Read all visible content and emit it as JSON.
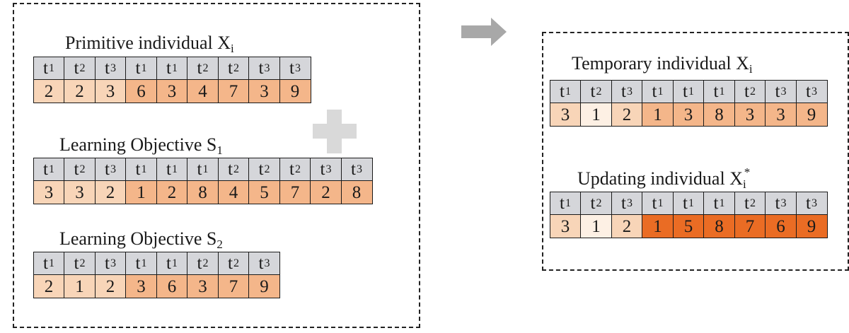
{
  "colors": {
    "header_fill": "#d5d6da",
    "value_light": "#f8d5b8",
    "value_pale": "#fdf0e4",
    "value_mid": "#f4b68a",
    "value_strong": "#ea6c24",
    "arrow_gray": "#a8a8a8"
  },
  "icons": {
    "arrow": "right-arrow-icon",
    "plus": "plus-icon"
  },
  "left": {
    "primitive": {
      "title": "Primitive individual X",
      "title_sub": "i",
      "tasks": [
        [
          "t",
          "1"
        ],
        [
          "t",
          "2"
        ],
        [
          "t",
          "3"
        ],
        [
          "t",
          "1"
        ],
        [
          "t",
          "1"
        ],
        [
          "t",
          "2"
        ],
        [
          "t",
          "2"
        ],
        [
          "t",
          "3"
        ],
        [
          "t",
          "3"
        ]
      ],
      "values": [
        "2",
        "2",
        "3",
        "6",
        "3",
        "4",
        "7",
        "3",
        "9"
      ],
      "shades": [
        "light",
        "light",
        "light",
        "mid",
        "mid",
        "mid",
        "mid",
        "mid",
        "mid"
      ]
    },
    "objective1": {
      "title": "Learning Objective S",
      "title_sub": "1",
      "tasks": [
        [
          "t",
          "1"
        ],
        [
          "t",
          "2"
        ],
        [
          "t",
          "3"
        ],
        [
          "t",
          "1"
        ],
        [
          "t",
          "1"
        ],
        [
          "t",
          "1"
        ],
        [
          "t",
          "2"
        ],
        [
          "t",
          "2"
        ],
        [
          "t",
          "2"
        ],
        [
          "t",
          "3"
        ],
        [
          "t",
          "3"
        ]
      ],
      "values": [
        "3",
        "3",
        "2",
        "1",
        "2",
        "8",
        "4",
        "5",
        "7",
        "2",
        "8"
      ],
      "shades": [
        "light",
        "light",
        "light",
        "mid",
        "mid",
        "mid",
        "mid",
        "mid",
        "mid",
        "mid",
        "mid"
      ]
    },
    "objective2": {
      "title": "Learning Objective S",
      "title_sub": "2",
      "tasks": [
        [
          "t",
          "1"
        ],
        [
          "t",
          "2"
        ],
        [
          "t",
          "3"
        ],
        [
          "t",
          "1"
        ],
        [
          "t",
          "1"
        ],
        [
          "t",
          "2"
        ],
        [
          "t",
          "2"
        ],
        [
          "t",
          "3"
        ]
      ],
      "values": [
        "2",
        "1",
        "2",
        "3",
        "6",
        "3",
        "7",
        "9"
      ],
      "shades": [
        "light",
        "light",
        "light",
        "mid",
        "mid",
        "mid",
        "mid",
        "mid"
      ]
    }
  },
  "right": {
    "temporary": {
      "title": "Temporary individual X",
      "title_sub": "i",
      "tasks": [
        [
          "t",
          "1"
        ],
        [
          "t",
          "2"
        ],
        [
          "t",
          "3"
        ],
        [
          "t",
          "1"
        ],
        [
          "t",
          "1"
        ],
        [
          "t",
          "1"
        ],
        [
          "t",
          "2"
        ],
        [
          "t",
          "3"
        ],
        [
          "t",
          "3"
        ]
      ],
      "values": [
        "3",
        "1",
        "2",
        "1",
        "3",
        "8",
        "3",
        "3",
        "9"
      ],
      "shades": [
        "light",
        "pale",
        "light",
        "mid",
        "mid",
        "mid",
        "mid",
        "mid",
        "mid"
      ]
    },
    "updating": {
      "title": "Updating individual X",
      "title_sub": "i",
      "title_sup": "*",
      "tasks": [
        [
          "t",
          "1"
        ],
        [
          "t",
          "2"
        ],
        [
          "t",
          "3"
        ],
        [
          "t",
          "1"
        ],
        [
          "t",
          "1"
        ],
        [
          "t",
          "1"
        ],
        [
          "t",
          "2"
        ],
        [
          "t",
          "3"
        ],
        [
          "t",
          "3"
        ]
      ],
      "values": [
        "3",
        "1",
        "2",
        "1",
        "5",
        "8",
        "7",
        "6",
        "9"
      ],
      "shades": [
        "light",
        "pale",
        "light",
        "strong",
        "strong",
        "strong",
        "strong",
        "strong",
        "strong"
      ]
    }
  }
}
